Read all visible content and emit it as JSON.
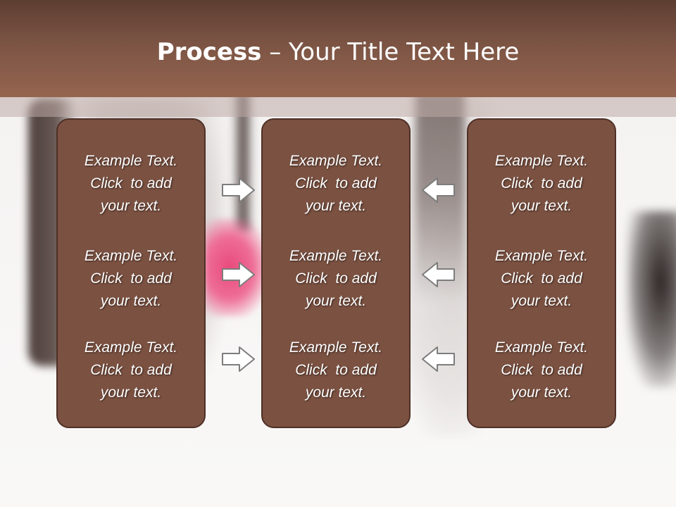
{
  "slide": {
    "title_bold": "Process",
    "title_rest": " – Your Title Text Here"
  },
  "columns": [
    {
      "items": [
        {
          "l1": "Example Text.",
          "l2": "Click  to add",
          "l3": "your text."
        },
        {
          "l1": "Example Text.",
          "l2": "Click  to add",
          "l3": "your text."
        },
        {
          "l1": "Example Text.",
          "l2": "Click  to add",
          "l3": "your text."
        }
      ]
    },
    {
      "items": [
        {
          "l1": "Example Text.",
          "l2": "Click  to add",
          "l3": "your text."
        },
        {
          "l1": "Example Text.",
          "l2": "Click  to add",
          "l3": "your text."
        },
        {
          "l1": "Example Text.",
          "l2": "Click  to add",
          "l3": "your text."
        }
      ]
    },
    {
      "items": [
        {
          "l1": "Example Text.",
          "l2": "Click  to add",
          "l3": "your text."
        },
        {
          "l1": "Example Text.",
          "l2": "Click  to add",
          "l3": "your text."
        },
        {
          "l1": "Example Text.",
          "l2": "Click  to add",
          "l3": "your text."
        }
      ]
    }
  ],
  "arrows": {
    "left_group": "right-arrow-icon",
    "right_group": "left-arrow-icon"
  },
  "colors": {
    "header": "#7c5444",
    "box_fill": "#7b5141",
    "box_border": "#4f3027",
    "text": "#ffffff"
  }
}
